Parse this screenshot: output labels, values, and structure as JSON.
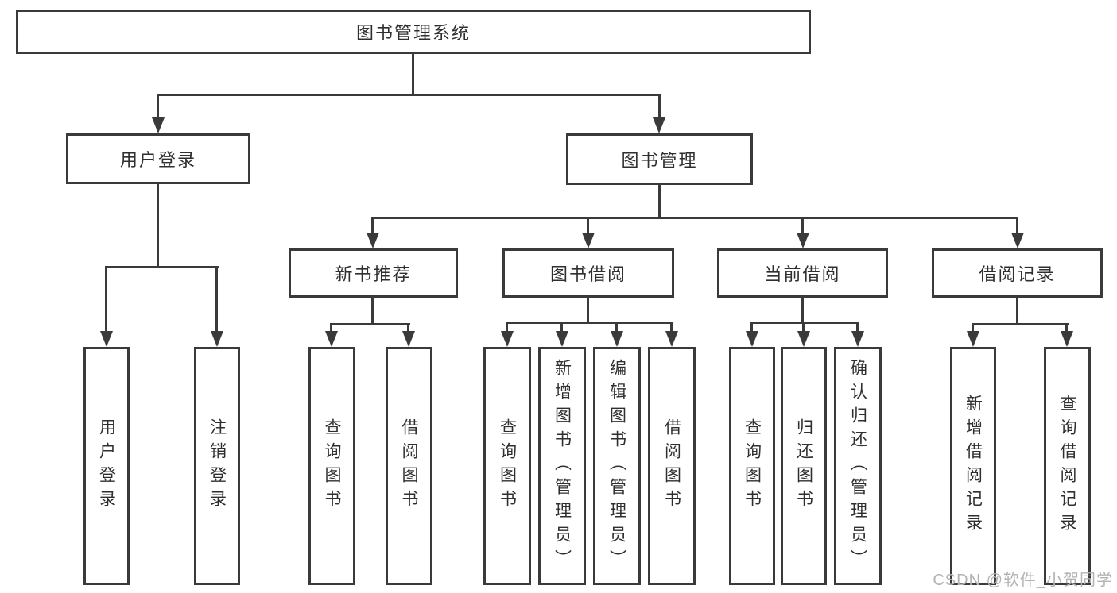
{
  "colors": {
    "line": "#3a3a3a",
    "text": "#2f2f2f",
    "background": "#ffffff",
    "watermark": "#b3b3b3"
  },
  "watermark": "CSDN @软件_小贺同学",
  "tree": {
    "root": "图书管理系统",
    "branches": [
      {
        "label": "用户登录",
        "children": [
          "用户登录",
          "注销登录"
        ]
      },
      {
        "label": "图书管理",
        "children": [
          {
            "label": "新书推荐",
            "children": [
              "查询图书",
              "借阅图书"
            ]
          },
          {
            "label": "图书借阅",
            "children": [
              "查询图书",
              "新增图书（管理员）",
              "编辑图书（管理员）",
              "借阅图书"
            ]
          },
          {
            "label": "当前借阅",
            "children": [
              "查询图书",
              "归还图书",
              "确认归还（管理员）"
            ]
          },
          {
            "label": "借阅记录",
            "children": [
              "新增借阅记录",
              "查询借阅记录"
            ]
          }
        ]
      }
    ]
  }
}
